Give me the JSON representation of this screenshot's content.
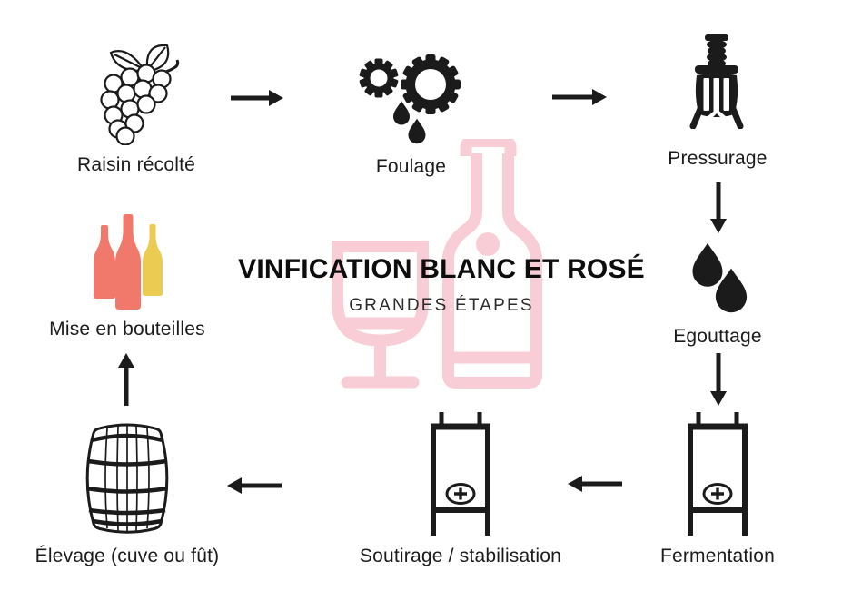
{
  "title": "VINFICATION BLANC ET ROSÉ",
  "subtitle": "GRANDES ÉTAPES",
  "steps": {
    "raisin": {
      "label": "Raisin récolté",
      "icon": "grapes-icon"
    },
    "foulage": {
      "label": "Foulage",
      "icon": "crusher-gears-icon"
    },
    "pressurage": {
      "label": "Pressurage",
      "icon": "wine-press-icon"
    },
    "egouttage": {
      "label": "Egouttage",
      "icon": "drops-icon"
    },
    "fermentation": {
      "label": "Fermentation",
      "icon": "tank-icon"
    },
    "soutirage": {
      "label": "Soutirage / stabilisation",
      "icon": "tank-icon"
    },
    "elevage": {
      "label": "Élevage (cuve ou fût)",
      "icon": "barrel-icon"
    },
    "mise_en_bouteilles": {
      "label": "Mise en bouteilles",
      "icon": "bottles-icon"
    }
  },
  "flow": [
    {
      "from": "Raisin récolté",
      "to": "Foulage",
      "direction": "right"
    },
    {
      "from": "Foulage",
      "to": "Pressurage",
      "direction": "right"
    },
    {
      "from": "Pressurage",
      "to": "Egouttage",
      "direction": "down"
    },
    {
      "from": "Egouttage",
      "to": "Fermentation",
      "direction": "down"
    },
    {
      "from": "Fermentation",
      "to": "Soutirage / stabilisation",
      "direction": "left"
    },
    {
      "from": "Soutirage / stabilisation",
      "to": "Élevage (cuve ou fût)",
      "direction": "left"
    },
    {
      "from": "Élevage (cuve ou fût)",
      "to": "Mise en bouteilles",
      "direction": "up"
    }
  ],
  "watermark": {
    "icons": [
      "wine-glass",
      "wine-bottle"
    ]
  },
  "colors": {
    "ink": "#1b1b1b",
    "watermark_pink": "#F9CDD5",
    "bottle_coral": "#F1796C",
    "bottle_yellow": "#ECCB52",
    "background": "#FFFFFF"
  }
}
